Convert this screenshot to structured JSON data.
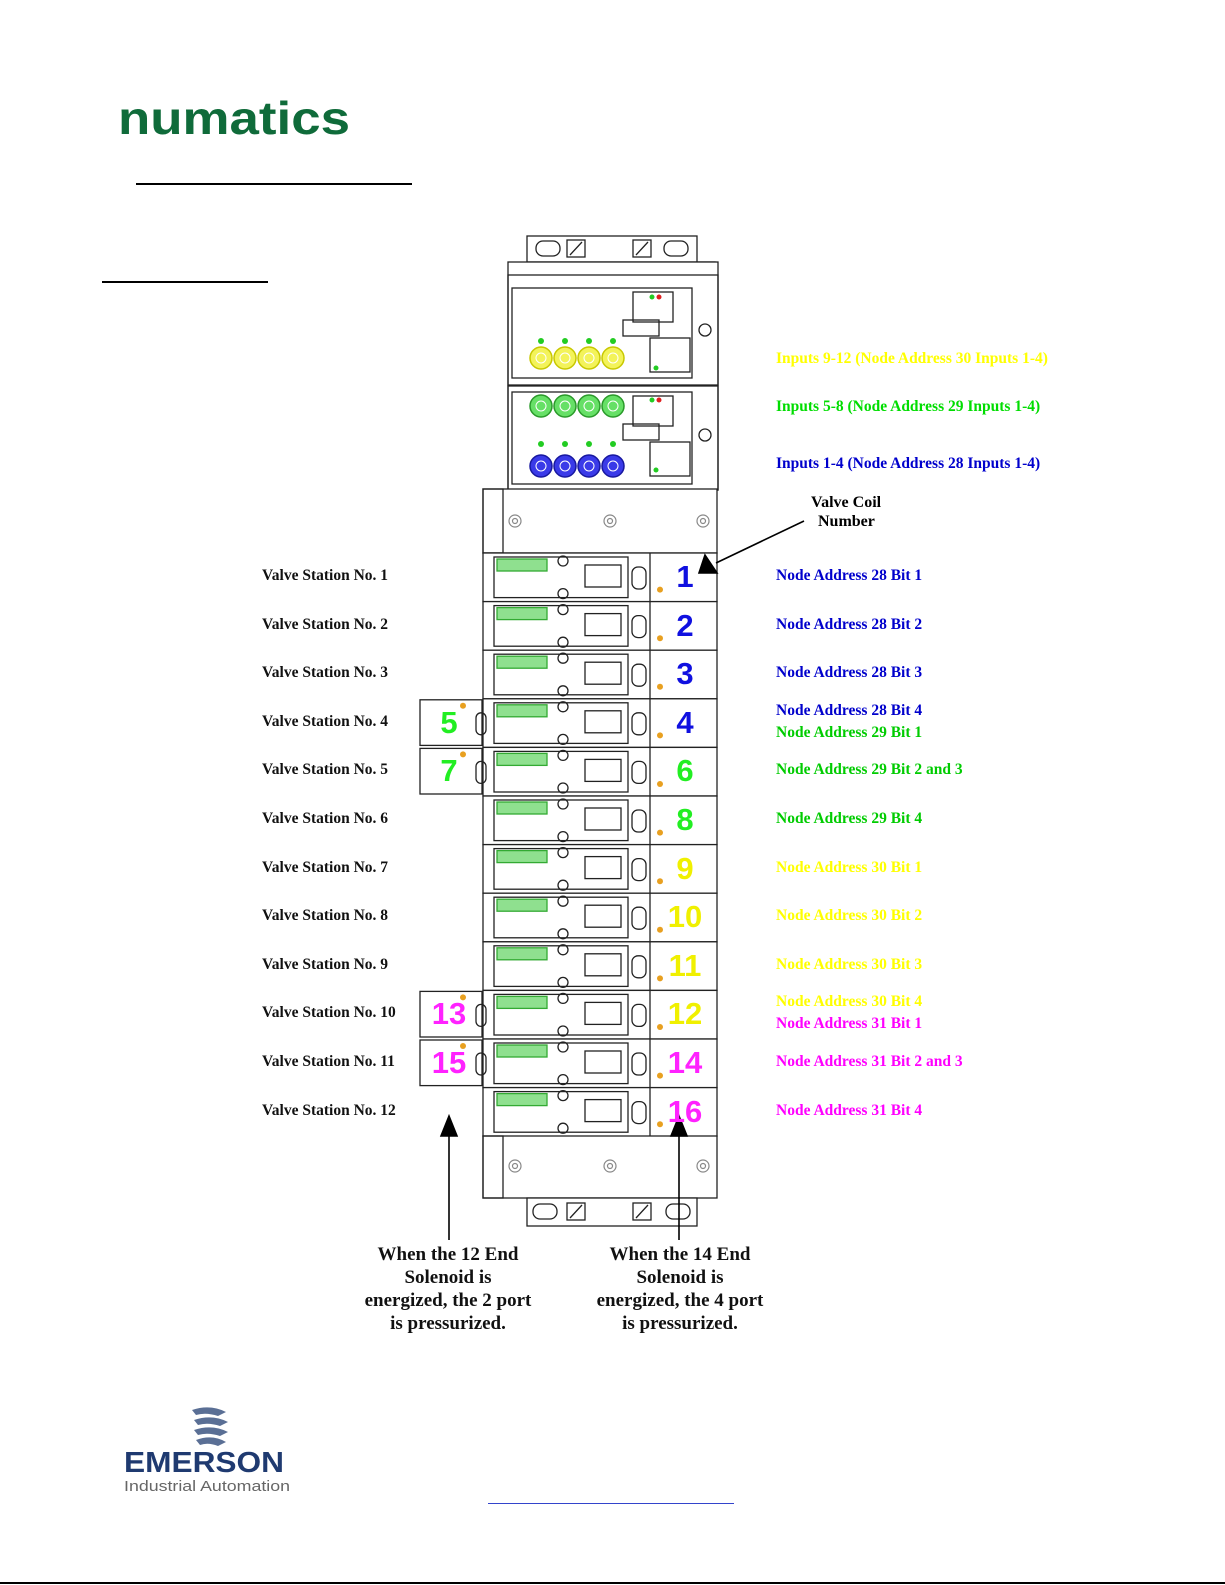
{
  "header": {
    "brand": "numatics"
  },
  "input_labels": [
    {
      "text": "Inputs 9-12 (Node Address 30 Inputs 1-4)",
      "color": "#ffff00"
    },
    {
      "text": "Inputs 5-8 (Node Address 29 Inputs 1-4)",
      "color": "#00dd00"
    },
    {
      "text": "Inputs 1-4 (Node Address 28 Inputs 1-4)",
      "color": "#0000cc"
    }
  ],
  "callout": {
    "valve_coil": "Valve Coil",
    "number": "Number"
  },
  "stations": [
    "Valve Station No. 1",
    "Valve Station No. 2",
    "Valve Station No. 3",
    "Valve Station No. 4",
    "Valve Station No. 5",
    "Valve Station No. 6",
    "Valve Station No. 7",
    "Valve Station No. 8",
    "Valve Station No. 9",
    "Valve Station No. 10",
    "Valve Station No. 11",
    "Valve Station No. 12"
  ],
  "coils_14": [
    {
      "num": "1",
      "color": "#1010e0"
    },
    {
      "num": "2",
      "color": "#1010e0"
    },
    {
      "num": "3",
      "color": "#1010e0"
    },
    {
      "num": "4",
      "color": "#1010e0"
    },
    {
      "num": "6",
      "color": "#22ee22"
    },
    {
      "num": "8",
      "color": "#22ee22"
    },
    {
      "num": "9",
      "color": "#f0f000"
    },
    {
      "num": "10",
      "color": "#f0f000"
    },
    {
      "num": "11",
      "color": "#f0f000"
    },
    {
      "num": "12",
      "color": "#f0f000"
    },
    {
      "num": "14",
      "color": "#ff22ff"
    },
    {
      "num": "16",
      "color": "#ff22ff"
    }
  ],
  "coils_12": [
    {
      "station": 4,
      "num": "5",
      "color": "#22ee22"
    },
    {
      "station": 5,
      "num": "7",
      "color": "#22ee22"
    },
    {
      "station": 10,
      "num": "13",
      "color": "#ff22ff"
    },
    {
      "station": 11,
      "num": "15",
      "color": "#ff22ff"
    }
  ],
  "node_labels": [
    {
      "text": "Node Address 28 Bit 1",
      "color": "#0000cc"
    },
    {
      "text": "Node Address 28 Bit 2",
      "color": "#0000cc"
    },
    {
      "text": "Node Address 28 Bit 3",
      "color": "#0000cc"
    },
    {
      "text": "Node Address 28 Bit 4",
      "color": "#0000cc"
    },
    {
      "text": "Node Address 29 Bit 1",
      "color": "#00cc00"
    },
    {
      "text": "Node Address 29 Bit 2 and 3",
      "color": "#00cc00"
    },
    {
      "text": "Node Address 29 Bit 4",
      "color": "#00cc00"
    },
    {
      "text": "Node Address 30 Bit 1",
      "color": "#ffff00"
    },
    {
      "text": "Node Address 30 Bit 2",
      "color": "#ffff00"
    },
    {
      "text": "Node Address 30 Bit 3",
      "color": "#ffff00"
    },
    {
      "text": "Node Address 30 Bit 4",
      "color": "#ffff00"
    },
    {
      "text": "Node Address 31 Bit 1",
      "color": "#ff00ff"
    },
    {
      "text": "Node Address 31 Bit 2 and 3",
      "color": "#ff00ff"
    },
    {
      "text": "Node Address 31 Bit 4",
      "color": "#ff00ff"
    }
  ],
  "notes": {
    "left": [
      "When the 12 End",
      "Solenoid is",
      "energized, the 2 port",
      "is pressurized."
    ],
    "right": [
      "When the 14 End",
      "Solenoid is",
      "energized, the 4 port",
      "is pressurized."
    ]
  },
  "footer": {
    "company": "EMERSON",
    "division": "Industrial Automation"
  }
}
